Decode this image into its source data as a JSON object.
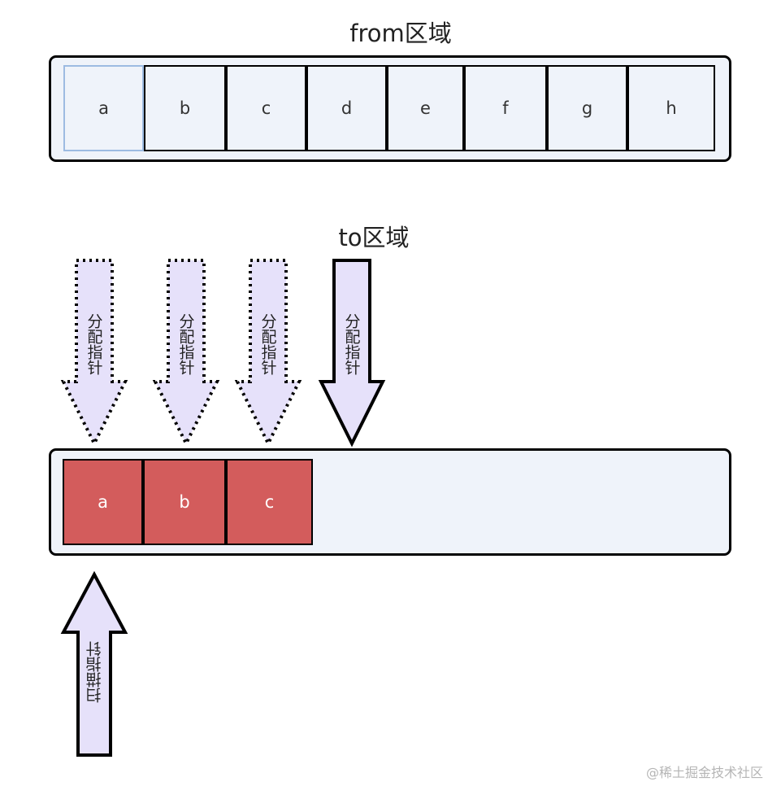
{
  "from_region": {
    "title": "from区域",
    "cells": [
      "a",
      "b",
      "c",
      "d",
      "e",
      "f",
      "g",
      "h"
    ]
  },
  "to_region": {
    "title": "to区域",
    "cells": [
      "a",
      "b",
      "c"
    ]
  },
  "allocation_pointers": [
    {
      "label": "分配指针",
      "style": "dotted"
    },
    {
      "label": "分配指针",
      "style": "dotted"
    },
    {
      "label": "分配指针",
      "style": "dotted"
    },
    {
      "label": "分配指针",
      "style": "solid"
    }
  ],
  "scan_pointer": {
    "label": "扫描指针"
  },
  "watermark": "@稀土掘金技术社区",
  "colors": {
    "region_fill": "#eff3fa",
    "copied_cell_fill": "#d35c5c",
    "arrow_fill": "#e6e1fa",
    "border": "#000000"
  }
}
